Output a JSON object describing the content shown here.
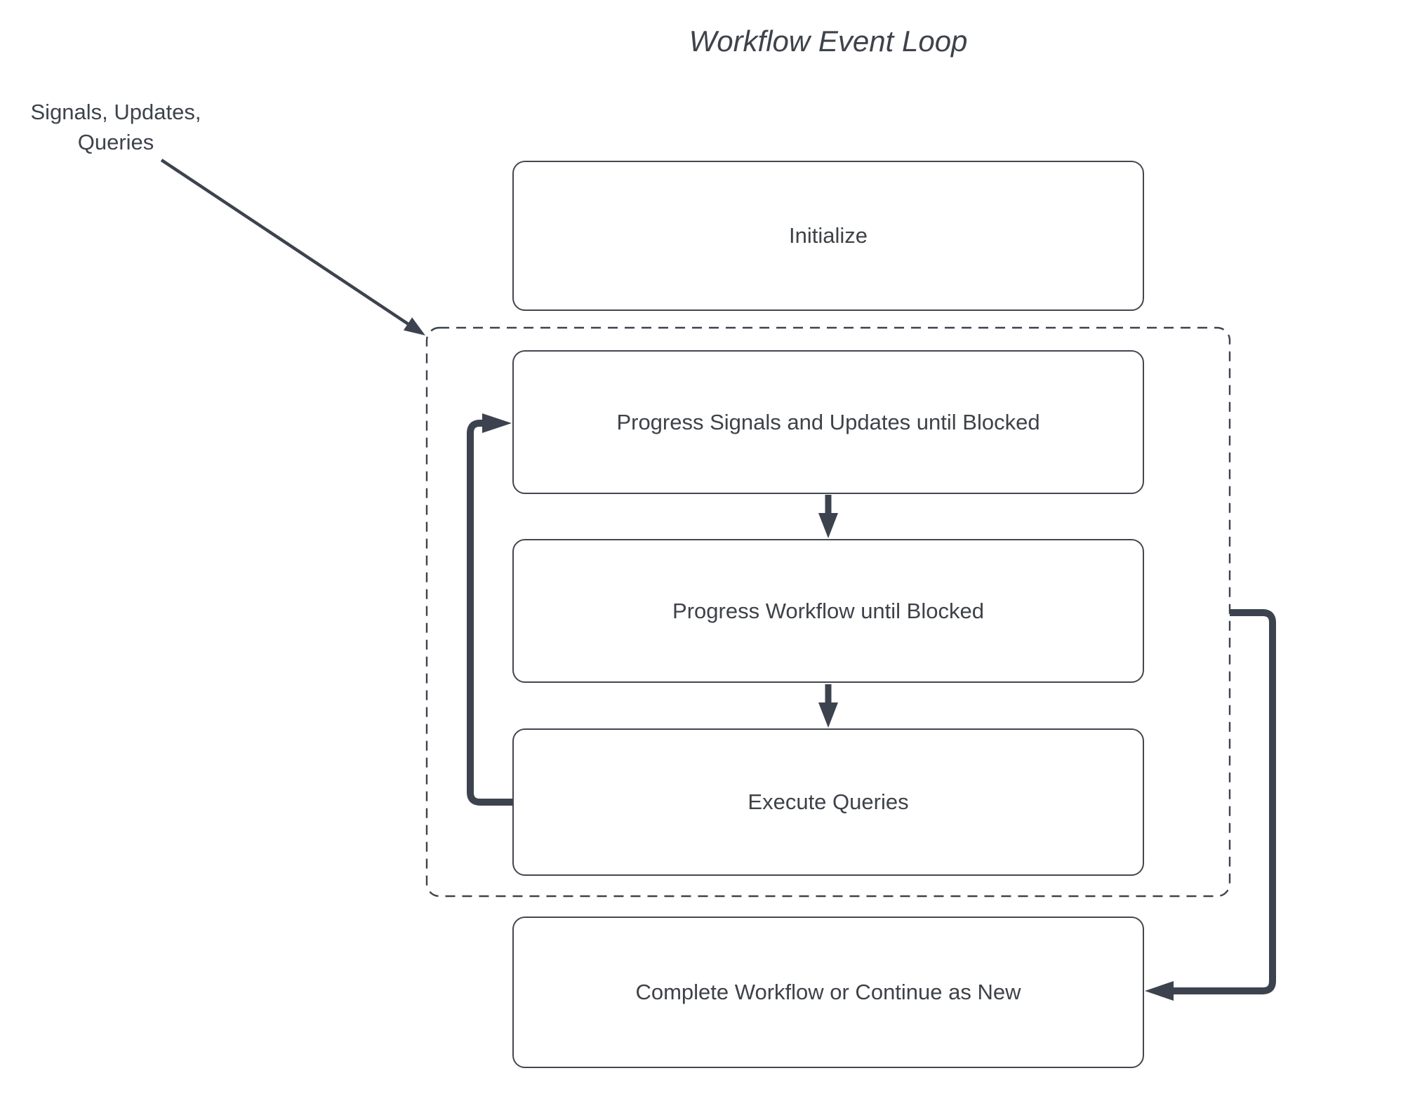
{
  "title": "Workflow Event Loop",
  "annotation": {
    "line1": "Signals, Updates,",
    "line2": "Queries"
  },
  "nodes": {
    "initialize": {
      "label": "Initialize"
    },
    "progress_signals": {
      "label": "Progress Signals and Updates until Blocked"
    },
    "progress_workflow": {
      "label": "Progress Workflow until Blocked"
    },
    "execute_queries": {
      "label": "Execute Queries"
    },
    "complete": {
      "label": "Complete Workflow or Continue as New"
    }
  },
  "edges": [
    {
      "from": "signals-updates-queries-label",
      "to": "event-loop-group"
    },
    {
      "from": "progress-signals-node",
      "to": "progress-workflow-node"
    },
    {
      "from": "progress-workflow-node",
      "to": "execute-queries-node"
    },
    {
      "from": "execute-queries-node",
      "to": "progress-signals-node"
    },
    {
      "from": "event-loop-group",
      "to": "complete-workflow-node"
    }
  ],
  "colors": {
    "connector": "#3d434e",
    "box_border": "#43474e",
    "text": "#3e4248",
    "background": "#ffffff"
  }
}
